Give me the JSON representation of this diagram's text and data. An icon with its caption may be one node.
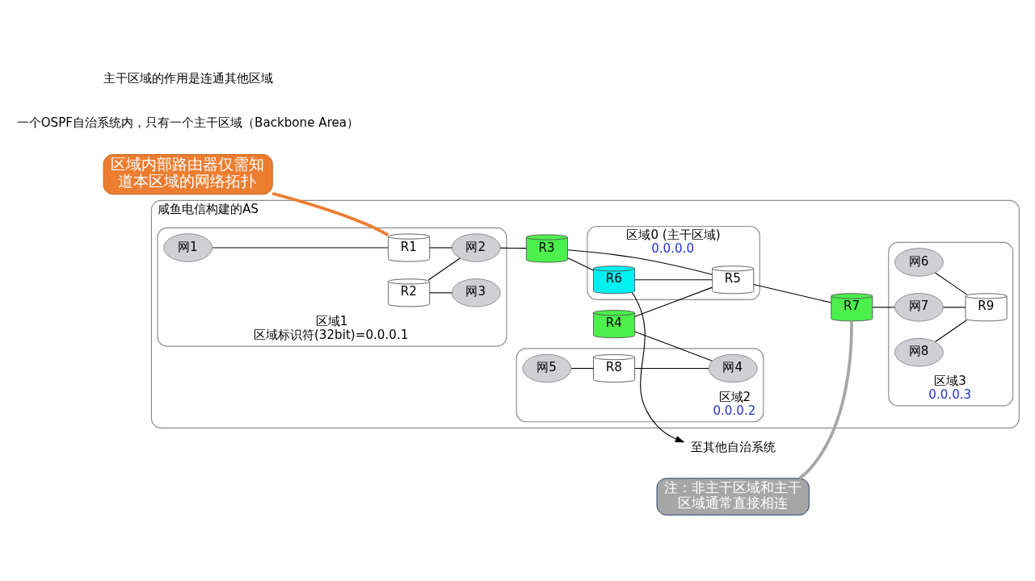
{
  "diagram": {
    "nodes": [
      {
        "text": [
          "区域内部路由器仅需知道本区域的网络拓扑"
        ]
      },
      {
        "text": [
          "至其他自治系统"
        ]
      },
      {
        "text": [
          "咸鱼电信构建的AS"
        ]
      },
      {
        "text": [
          "区域0 (主干区域)",
          "0.0.0.0"
        ],
        "in": 2
      },
      {
        "text": [
          "区域1",
          "区域标识符(32bit)=0.0.0.1"
        ],
        "in": 2
      },
      {
        "text": [
          "区域2",
          "0.0.0.2"
        ],
        "in": 2
      },
      {
        "text": [
          "区域3",
          "0.0.0.3"
        ],
        "in": 2
      },
      {
        "text": [
          "R1"
        ],
        "in": 4
      },
      {
        "text": [
          "网1"
        ],
        "in": 4
      },
      {
        "text": [
          "R3"
        ],
        "in": 2
      },
      {
        "text": [
          "R6"
        ],
        "in": 3
      },
      {
        "text": [
          "R5"
        ],
        "in": 3
      },
      {
        "text": [
          "R7"
        ],
        "in": 2
      },
      {
        "text": [
          "网6"
        ],
        "in": 6
      },
      {
        "text": [
          "网2"
        ],
        "in": 4
      },
      {
        "text": [
          "R2"
        ],
        "in": 4
      },
      {
        "text": [
          "R4"
        ],
        "in": 2
      },
      {
        "text": [
          "网7"
        ],
        "in": 6
      },
      {
        "text": [
          "R9"
        ],
        "in": 6
      },
      {
        "text": [
          "网3"
        ],
        "in": 4
      },
      {
        "text": [
          "网5"
        ],
        "in": 5
      },
      {
        "text": [
          "R8"
        ],
        "in": 5
      },
      {
        "text": [
          "网4"
        ],
        "in": 5
      },
      {
        "text": [
          "网8"
        ],
        "in": 6
      },
      {
        "text": [
          "注：非主干区域和主干区域通常直接相连"
        ]
      }
    ],
    "edges": [
      {
        "from": 8,
        "to": 7,
        "arrow": "none"
      },
      {
        "from": 7,
        "to": 14,
        "arrow": "none"
      },
      {
        "from": 15,
        "to": 14,
        "arrow": "none"
      },
      {
        "from": 15,
        "to": 19,
        "arrow": "none"
      },
      {
        "from": 14,
        "to": 9,
        "arrow": "none"
      },
      {
        "from": 9,
        "to": 10,
        "arrow": "none"
      },
      {
        "from": 9,
        "to": 11,
        "arrow": "none"
      },
      {
        "from": 10,
        "to": 11,
        "arrow": "none"
      },
      {
        "from": 10,
        "to": 1,
        "arrow": "to"
      },
      {
        "from": 11,
        "to": 12,
        "arrow": "none"
      },
      {
        "from": 16,
        "to": 11,
        "arrow": "none"
      },
      {
        "from": 12,
        "to": 17,
        "arrow": "none"
      },
      {
        "from": 17,
        "to": 18,
        "arrow": "none"
      },
      {
        "from": 13,
        "to": 18,
        "arrow": "none"
      },
      {
        "from": 23,
        "to": 18,
        "arrow": "none"
      },
      {
        "from": 20,
        "to": 21,
        "arrow": "none"
      },
      {
        "from": 21,
        "to": 22,
        "arrow": "none"
      },
      {
        "from": 16,
        "to": 22,
        "arrow": "none"
      },
      {
        "from": 0,
        "to": 7,
        "arrow": "none",
        "style": "thick",
        "color": "#ed7d31"
      },
      {
        "from": 24,
        "to": 12,
        "arrow": "none",
        "style": "thick",
        "color": "#a6a6a6"
      }
    ],
    "labels": [
      "一个OSPF自治系统内，只有一个主干区域（Backbone Area）",
      "主干区域的作用是连通其他区域"
    ]
  }
}
